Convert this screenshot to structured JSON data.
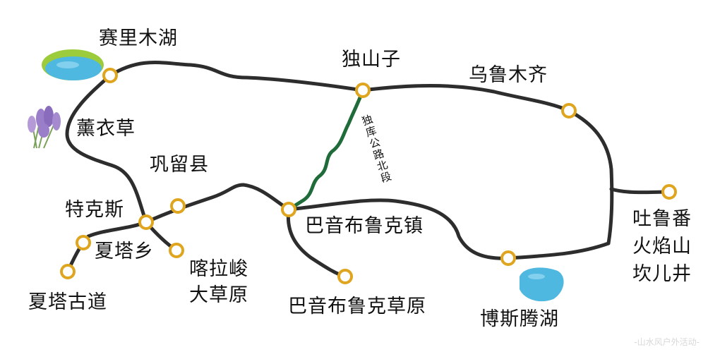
{
  "colors": {
    "route": "#2d2d2d",
    "special_route": "#1f6b3a",
    "stop_fill": "#ffffff",
    "stop_stroke": "#e0a51e",
    "lake": "#4fb8e0",
    "lake_grass": "#9ccc3c",
    "lavender": "#9b7ec9"
  },
  "labels": {
    "sailimu": "赛里木湖",
    "dushanzi": "独山子",
    "urumqi": "乌鲁木齐",
    "lavender": "薰衣草",
    "gongliu": "巩留县",
    "tekesi": "特克斯",
    "xiata_town": "夏塔乡",
    "xiata_road": "夏塔古道",
    "kalajun_1": "喀拉峻",
    "kalajun_2": "大草原",
    "bayinbuluke_town": "巴音布鲁克镇",
    "bayinbuluke_grassland": "巴音布鲁克草原",
    "bosten": "博斯腾湖",
    "turpan_1": "吐鲁番",
    "turpan_2": "火焰山",
    "turpan_3": "坎儿井",
    "duku_north": "独库公路北段"
  },
  "icons": [
    "sailimu-lake-icon",
    "bosten-lake-icon",
    "lavender-icon"
  ],
  "watermark": "-山水风户外活动-"
}
